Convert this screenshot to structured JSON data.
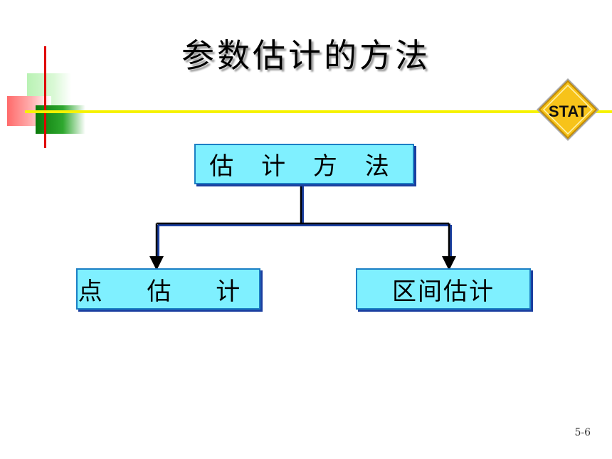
{
  "slide": {
    "title": "参数估计的方法",
    "badge_text": "STAT",
    "page_number": "5-6"
  },
  "diagram": {
    "root": "估 计 方 法",
    "children": [
      {
        "label": "点 估 计"
      },
      {
        "label": "区间估计"
      }
    ]
  },
  "colors": {
    "box_fill": "#7ff0ff",
    "box_border": "#1b7fc4",
    "accent_line": "#f6f200",
    "vertical_line": "#e00000",
    "badge_fill": "#f7c31a"
  }
}
